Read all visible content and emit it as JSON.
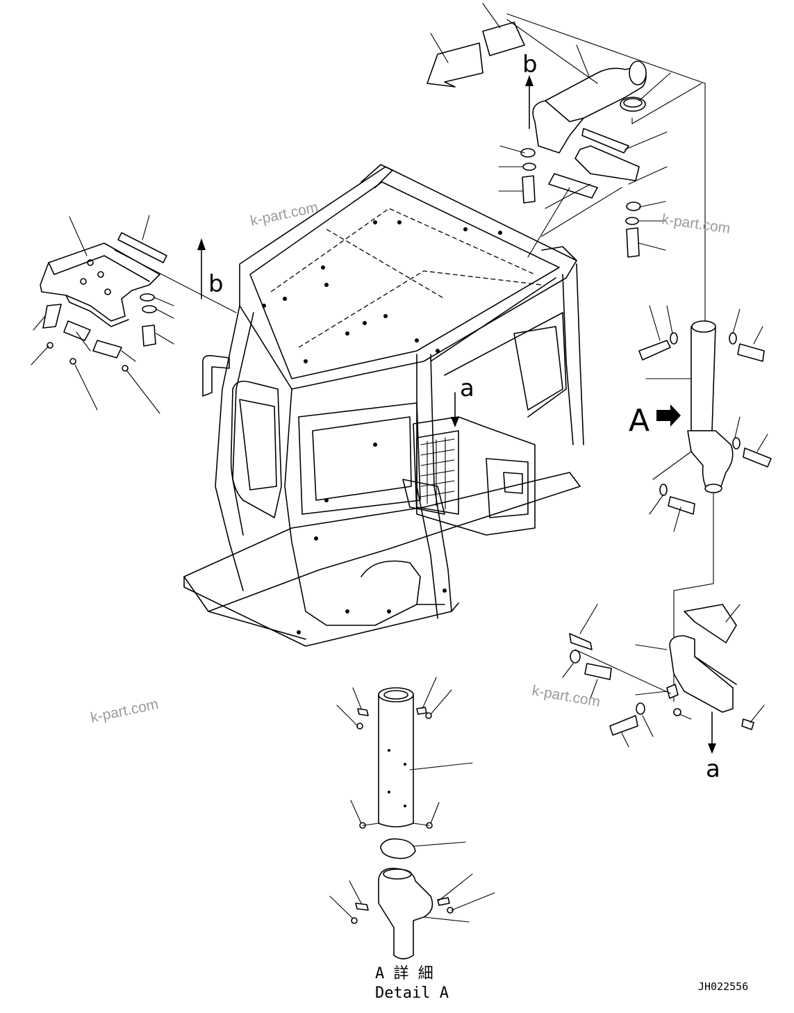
{
  "view_labels": {
    "view_a": "A",
    "ref_a_top": "a",
    "ref_a_bottom": "a",
    "ref_b_top": "b",
    "ref_b_left": "b"
  },
  "detail": {
    "title_jp": "A 詳 細",
    "title_en": "Detail A"
  },
  "drawing_code": "JH022556",
  "watermarks": [
    "k-part.com",
    "k-part.com",
    "k-part.com",
    "k-part.com"
  ]
}
